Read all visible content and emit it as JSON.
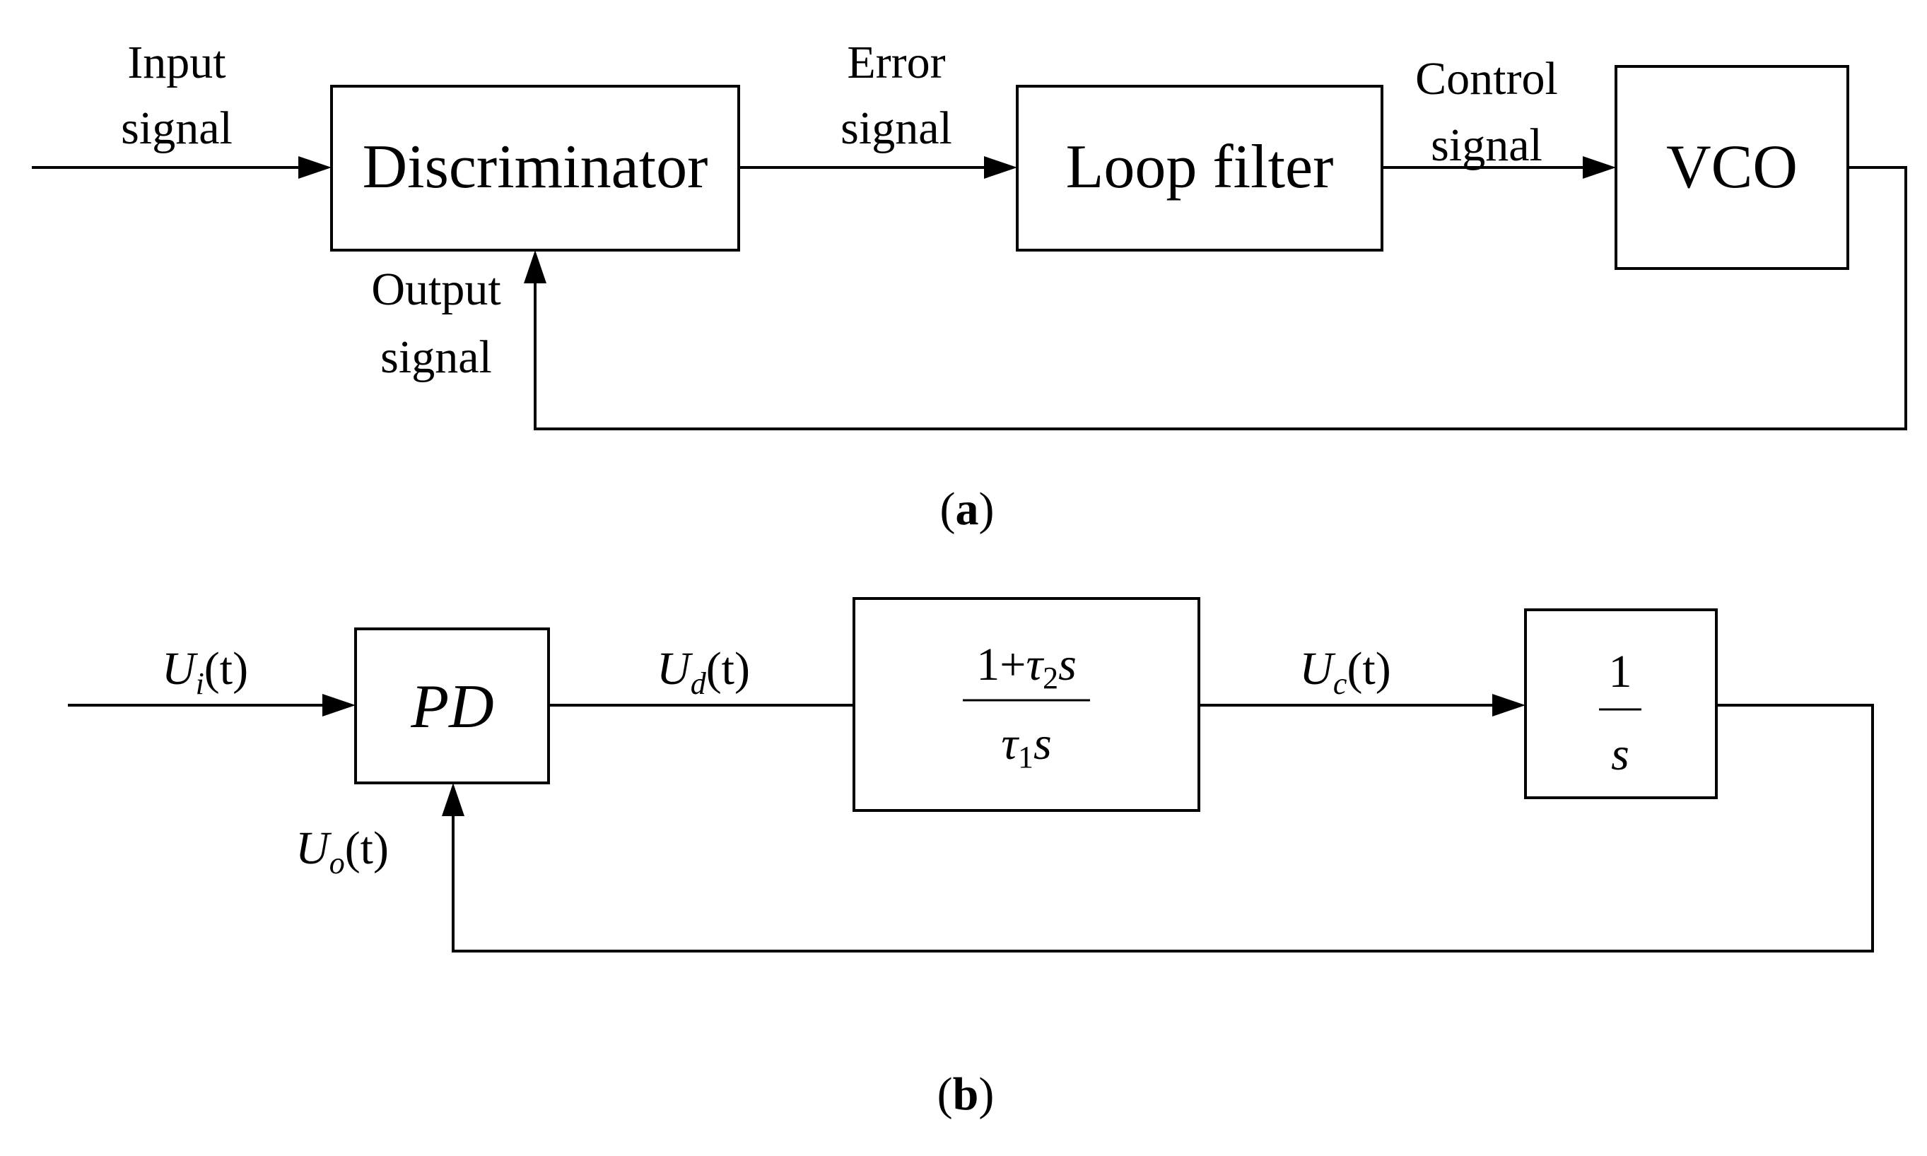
{
  "diagram_a": {
    "input_label": [
      "Input",
      "signal"
    ],
    "discriminator": "Discriminator",
    "error_label": [
      "Error",
      "signal"
    ],
    "loop_filter": "Loop filter",
    "control_label": [
      "Control",
      "signal"
    ],
    "vco": "VCO",
    "output_label": [
      "Output",
      "signal"
    ],
    "caption": {
      "open": "(",
      "letter": "a",
      "close": ")"
    }
  },
  "diagram_b": {
    "input": {
      "sym": "U",
      "sub": "i",
      "arg": "(t)"
    },
    "pd": "PD",
    "ud": {
      "sym": "U",
      "sub": "d",
      "arg": "(t)"
    },
    "filter": {
      "num_prefix": "1+",
      "num_tau": "τ",
      "num_sub": "2",
      "num_s": "s",
      "den_tau": "τ",
      "den_sub": "1",
      "den_s": "s"
    },
    "uc": {
      "sym": "U",
      "sub": "c",
      "arg": "(t)"
    },
    "integrator": {
      "num": "1",
      "den": "s"
    },
    "output": {
      "sym": "U",
      "sub": "o",
      "arg": "(t)"
    },
    "caption": {
      "open": "(",
      "letter": "b",
      "close": ")"
    }
  }
}
